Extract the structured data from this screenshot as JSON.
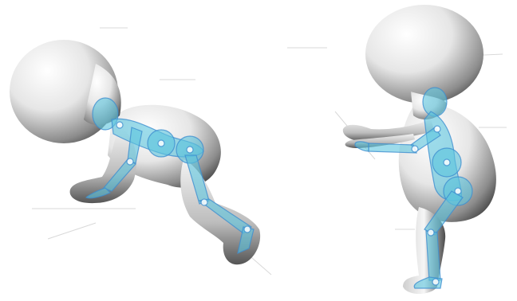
{
  "figures": [
    {
      "id": "crawling-figure",
      "pose": "crawling",
      "bone_color": "#5cc4de",
      "joint_color": "#3f8fd0"
    },
    {
      "id": "standing-figure",
      "pose": "squatting-reach",
      "bone_color": "#5cc4de",
      "joint_color": "#3f8fd0"
    }
  ],
  "colors": {
    "background": "#ffffff",
    "body_light": "#ffffff",
    "body_mid": "#c8c8c8",
    "body_dark": "#3a3a3a",
    "skeleton_fill": "#5cc4de",
    "joint_ring": "#3f8fd0",
    "guide_line": "#d9d9d9"
  }
}
